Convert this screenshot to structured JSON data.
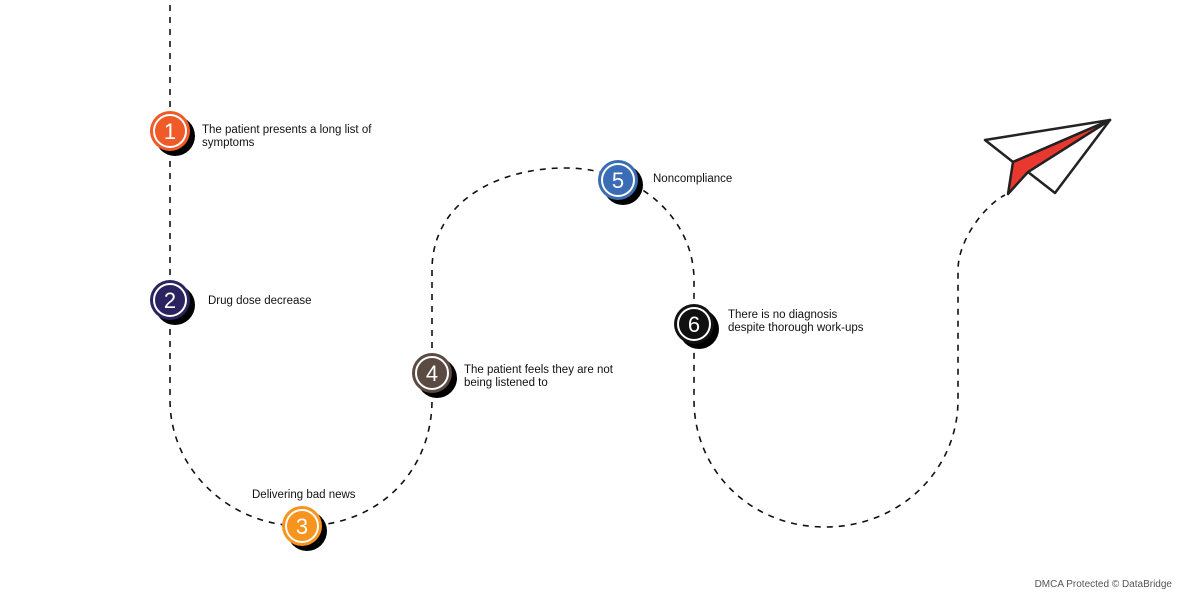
{
  "steps": [
    {
      "number": "1",
      "text": "The patient presents a long list of symptoms",
      "color": "#F05A28"
    },
    {
      "number": "2",
      "text": "Drug dose decrease",
      "color": "#2A2360"
    },
    {
      "number": "3",
      "text": "Delivering bad news",
      "color": "#F7941D"
    },
    {
      "number": "4",
      "text": "The patient feels they are not being listened to",
      "color": "#5B4A42"
    },
    {
      "number": "5",
      "text": "Noncompliance",
      "color": "#3A6DB5"
    },
    {
      "number": "6",
      "text": "There is no diagnosis despite thorough work-ups",
      "color": "#111111"
    }
  ],
  "plane_color": "#E8382F",
  "footer": "DMCA Protected © DataBridge"
}
